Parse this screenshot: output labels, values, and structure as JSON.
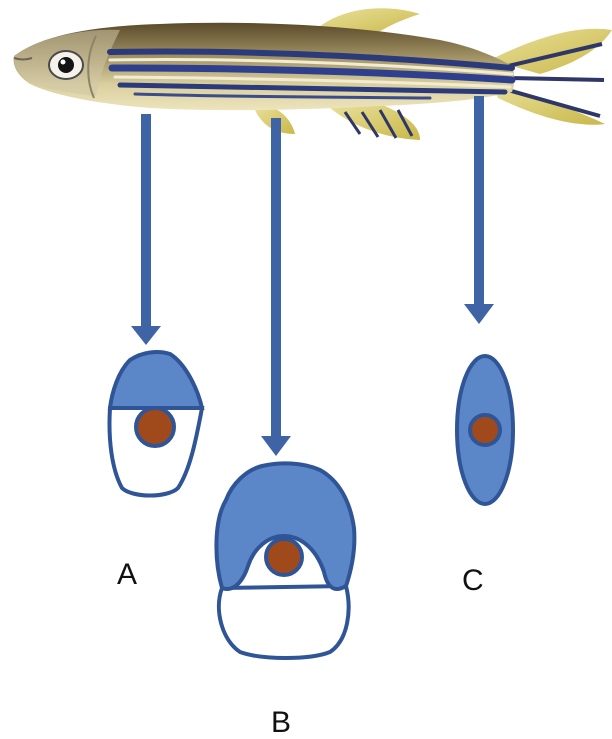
{
  "figure": {
    "subject_icon": "zebrafish-icon",
    "colors": {
      "arrow": "#3e64a6",
      "tissue_fill": "#5b86c8",
      "outline": "#2f5597",
      "notochord": "#a0491b",
      "background": "#ffffff"
    },
    "sections": [
      {
        "label": "A"
      },
      {
        "label": "B"
      },
      {
        "label": "C"
      }
    ]
  }
}
